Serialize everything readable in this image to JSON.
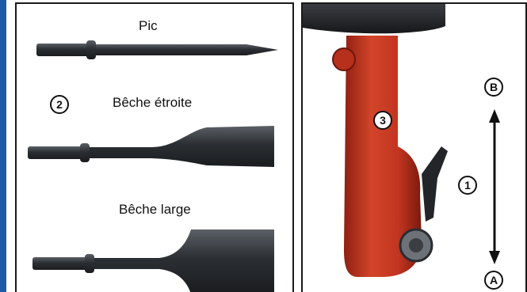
{
  "left_panel": {
    "labels": {
      "pic": "Pic",
      "beche_etroite": "Bêche étroite",
      "beche_large": "Bêche large"
    },
    "callout_2": "2"
  },
  "right_panel": {
    "callout_1": "1",
    "callout_3": "3",
    "callout_a": "A",
    "callout_b": "B"
  },
  "colors": {
    "accent_rule": "#1f5aa6",
    "tool_steel": "#2b2f33",
    "hammer_body": "#c8321f"
  }
}
